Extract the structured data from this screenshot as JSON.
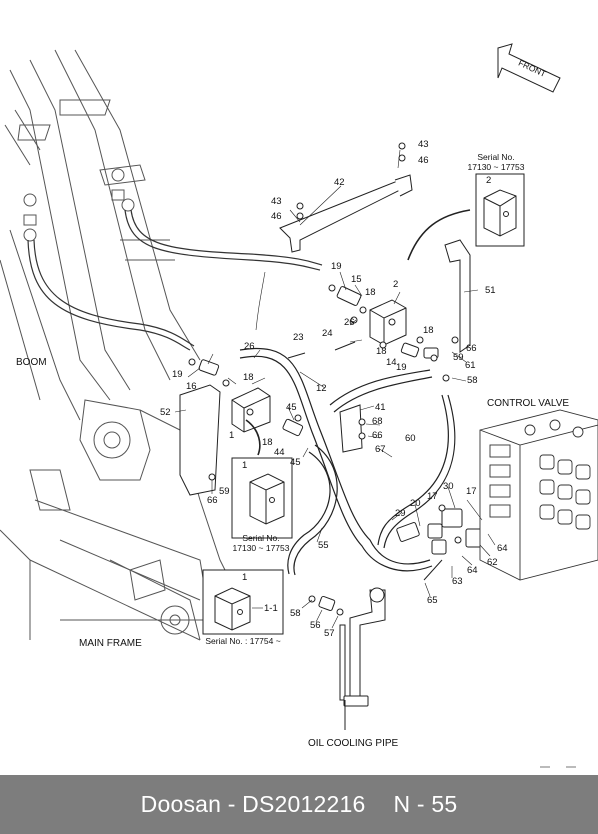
{
  "labels": {
    "front": "FRONT",
    "boom": "BOOM",
    "control_valve": "CONTROL VALVE",
    "main_frame": "MAIN FRAME",
    "oil_cooling_pipe": "OIL COOLING PIPE"
  },
  "insets": {
    "top_right": {
      "serial_title": "Serial No.",
      "serial_range": "17130 ~ 17753",
      "part": "2"
    },
    "middle": {
      "part": "1",
      "serial_title": "Serial No.",
      "serial_range": "17130 ~ 17753"
    },
    "bottom": {
      "part": "1",
      "subpart": "1-1",
      "serial_text": "Serial No. : 17754 ~"
    }
  },
  "callouts": [
    {
      "id": "c43a",
      "text": "43"
    },
    {
      "id": "c46a",
      "text": "46"
    },
    {
      "id": "c42",
      "text": "42"
    },
    {
      "id": "c43b",
      "text": "43"
    },
    {
      "id": "c46b",
      "text": "46"
    },
    {
      "id": "c19a",
      "text": "19"
    },
    {
      "id": "c15",
      "text": "15"
    },
    {
      "id": "c2",
      "text": "2"
    },
    {
      "id": "c18a",
      "text": "18"
    },
    {
      "id": "c51",
      "text": "51"
    },
    {
      "id": "c26a",
      "text": "26"
    },
    {
      "id": "c24",
      "text": "24"
    },
    {
      "id": "c18b",
      "text": "18"
    },
    {
      "id": "c14",
      "text": "14"
    },
    {
      "id": "c18c",
      "text": "18"
    },
    {
      "id": "c59a",
      "text": "59"
    },
    {
      "id": "c66a",
      "text": "66"
    },
    {
      "id": "c19b",
      "text": "19"
    },
    {
      "id": "c61",
      "text": "61"
    },
    {
      "id": "c58a",
      "text": "58"
    },
    {
      "id": "c23",
      "text": "23"
    },
    {
      "id": "c26b",
      "text": "26"
    },
    {
      "id": "c19c",
      "text": "19"
    },
    {
      "id": "c18d",
      "text": "18"
    },
    {
      "id": "c16",
      "text": "16"
    },
    {
      "id": "c12",
      "text": "12"
    },
    {
      "id": "c52",
      "text": "52"
    },
    {
      "id": "c45a",
      "text": "45"
    },
    {
      "id": "c41",
      "text": "41"
    },
    {
      "id": "c68",
      "text": "68"
    },
    {
      "id": "c66b",
      "text": "66"
    },
    {
      "id": "c67",
      "text": "67"
    },
    {
      "id": "c1",
      "text": "1"
    },
    {
      "id": "c18e",
      "text": "18"
    },
    {
      "id": "c44",
      "text": "44"
    },
    {
      "id": "c45b",
      "text": "45"
    },
    {
      "id": "c60",
      "text": "60"
    },
    {
      "id": "c59b",
      "text": "59"
    },
    {
      "id": "c66c",
      "text": "66"
    },
    {
      "id": "c30",
      "text": "30"
    },
    {
      "id": "c17a",
      "text": "17"
    },
    {
      "id": "c17b",
      "text": "17"
    },
    {
      "id": "c20",
      "text": "20"
    },
    {
      "id": "c29",
      "text": "29"
    },
    {
      "id": "c64a",
      "text": "64"
    },
    {
      "id": "c62",
      "text": "62"
    },
    {
      "id": "c55",
      "text": "55"
    },
    {
      "id": "c64b",
      "text": "64"
    },
    {
      "id": "c63",
      "text": "63"
    },
    {
      "id": "c65",
      "text": "65"
    },
    {
      "id": "c58b",
      "text": "58"
    },
    {
      "id": "c56",
      "text": "56"
    },
    {
      "id": "c57",
      "text": "57"
    }
  ],
  "footer": {
    "title": "Doosan - DS2012216",
    "page": "N - 55"
  }
}
